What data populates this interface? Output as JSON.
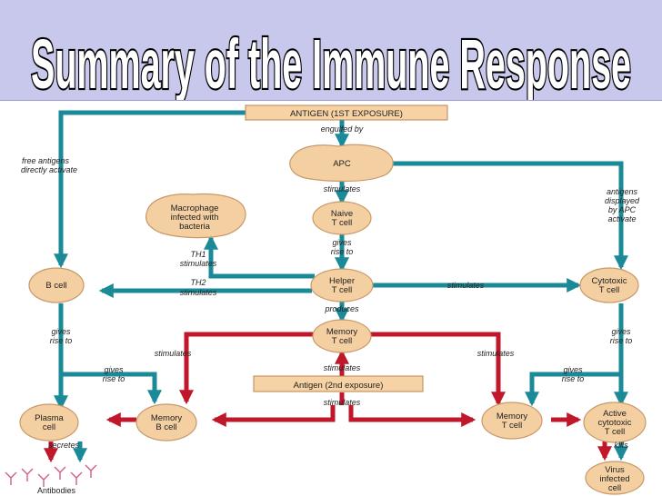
{
  "title": "Summary of the Immune Response",
  "colors": {
    "title_bg": "#c8c8ec",
    "title_text": "#ffffff",
    "title_outline": "#000000",
    "teal_arrow": "#1a8a99",
    "red_arrow": "#c0172a",
    "cell_fill": "#f4cfa2",
    "cell_stroke": "#c89a6a",
    "box_fill": "#f6d2a5"
  },
  "boxes": {
    "antigen_first": "ANTIGEN (1ST EXPOSURE)",
    "antigen_second": "Antigen (2nd exposure)"
  },
  "cells": {
    "apc": "APC",
    "naive_t_1": "Naive",
    "naive_t_2": "T cell",
    "macrophage_1": "Macrophage",
    "macrophage_2": "infected with",
    "macrophage_3": "bacteria",
    "b_cell": "B cell",
    "helper_1": "Helper",
    "helper_2": "T cell",
    "cytotoxic_1": "Cytotoxic",
    "cytotoxic_2": "T cell",
    "memory_t_center_1": "Memory",
    "memory_t_center_2": "T cell",
    "plasma_1": "Plasma",
    "plasma_2": "cell",
    "memory_b_1": "Memory",
    "memory_b_2": "B cell",
    "memory_t_right_1": "Memory",
    "memory_t_right_2": "T cell",
    "active_cyto_1": "Active",
    "active_cyto_2": "cytotoxic",
    "active_cyto_3": "T cell",
    "virus_1": "Virus",
    "virus_2": "infected",
    "virus_3": "cell"
  },
  "labels": {
    "engulfed_by": "engulfed by",
    "free_antigens_1": "free antigens",
    "free_antigens_2": "directly activate",
    "stimulates_apc": "stimulates",
    "antigens_displayed_1": "antigens",
    "antigens_displayed_2": "displayed",
    "antigens_displayed_3": "by APC",
    "antigens_displayed_4": "activate",
    "gives_rise_naive_1": "gives",
    "gives_rise_naive_2": "rise to",
    "th1_1": "TH1",
    "th1_2": "stimulates",
    "th2_1": "TH2",
    "th2_2": "stimulates",
    "stimulates_cyto": "stimulates",
    "produces": "produces",
    "gives_rise_b_1": "gives",
    "gives_rise_b_2": "rise to",
    "gives_rise_cyto_1": "gives",
    "gives_rise_cyto_2": "rise to",
    "stimulates_left": "stimulates",
    "stimulates_right": "stimulates",
    "stimulates_mem_center": "stimulates",
    "stimulates_second": "stimulates",
    "gives_rise_memb_1": "gives",
    "gives_rise_memb_2": "rise to",
    "gives_rise_memt_1": "gives",
    "gives_rise_memt_2": "rise to",
    "secretes": "secretes",
    "kills": "kills",
    "antibodies": "Antibodies"
  }
}
